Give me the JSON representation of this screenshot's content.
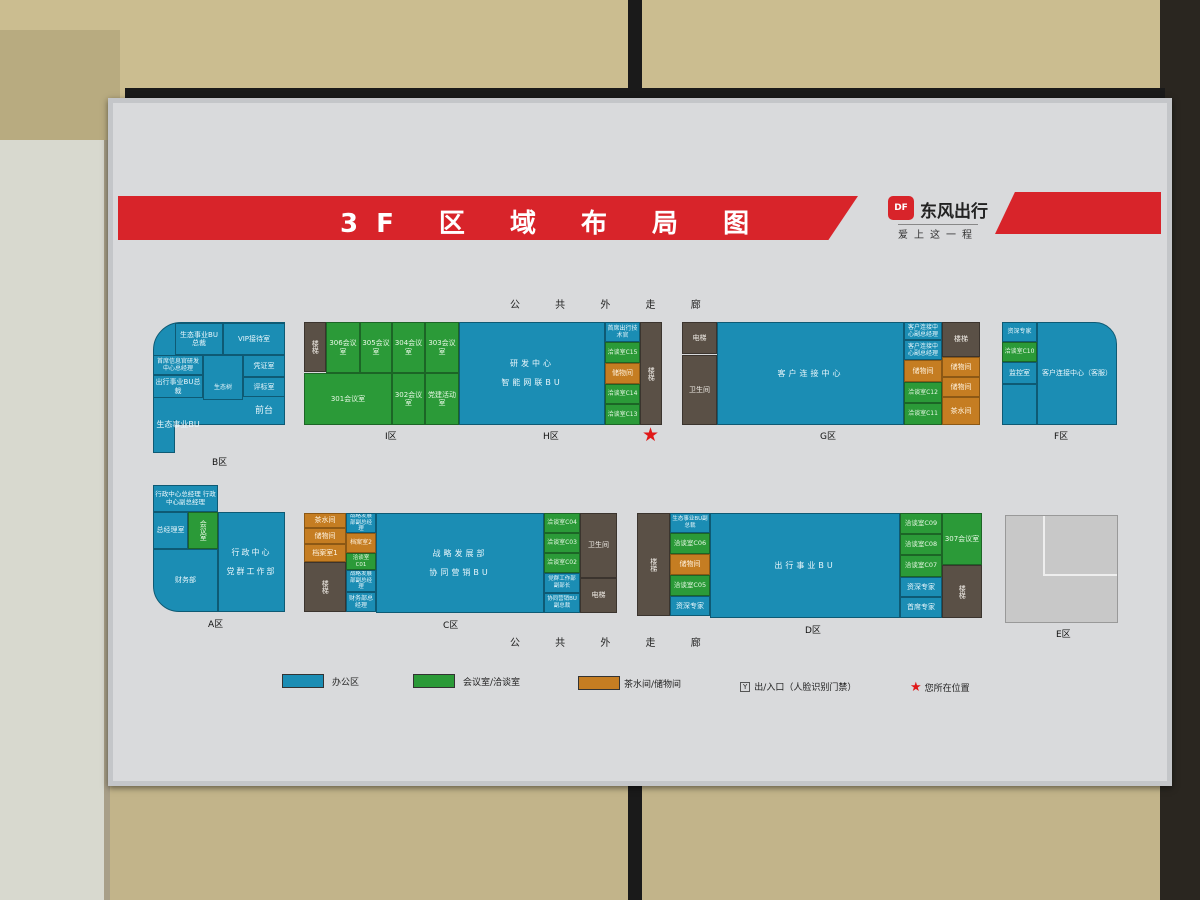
{
  "header": {
    "title": "3F 区 域 布 局 图",
    "logo_mark": "DF",
    "brand": "东风出行",
    "slogan": "爱上这一程"
  },
  "corridor": {
    "top": "公 共 外 走 廊",
    "bottom": "公 共 外 走 廊"
  },
  "colors": {
    "office": "#1b8db4",
    "meeting": "#2b9a38",
    "storage": "#c57d22",
    "service": "#5a5046",
    "accent": "#d8242a"
  },
  "zones": {
    "B": {
      "label": "B区",
      "rooms": [
        "生态事业BU总裁",
        "VIP接待室",
        "首席信息官研发中心总经理",
        "出行事业BU总裁",
        "生态树",
        "凭证室",
        "评标室",
        "前台",
        "生态事业BU"
      ]
    },
    "I": {
      "label": "I区",
      "rooms": [
        "楼梯",
        "306会议室",
        "305会议室",
        "304会议室",
        "303会议室",
        "301会议室",
        "302会议室",
        "党建活动室"
      ]
    },
    "H": {
      "label": "H区",
      "rooms": [
        "研发中心\n\n智能网联BU",
        "首席出行技术官",
        "洽谈室C15",
        "储物间",
        "洽谈室C14",
        "洽谈室C13",
        "楼梯"
      ]
    },
    "G": {
      "label": "G区",
      "rooms": [
        "电梯",
        "卫生间",
        "客户连接中心",
        "客户连接中心副总经理",
        "客户连接中心副总经理",
        "储物间",
        "洽谈室C12",
        "洽谈室C11",
        "楼梯",
        "储物间",
        "储物间",
        "茶水间"
      ]
    },
    "F": {
      "label": "F区",
      "rooms": [
        "资深专家",
        "洽谈室C10",
        "监控室",
        "客户连接中心（客服）"
      ]
    },
    "A": {
      "label": "A区",
      "rooms": [
        "行政中心总经理 行政中心副总经理",
        "总经理室",
        "会议室",
        "财务部",
        "行政中心\n\n党群工作部"
      ]
    },
    "C": {
      "label": "C区",
      "rooms": [
        "茶水间",
        "储物间",
        "档案室1",
        "楼梯",
        "战略发展部副总经理",
        "档案室2",
        "洽谈室C01",
        "战略发展部副总经理",
        "财务部总经理",
        "战略发展部\n\n协同营销BU",
        "洽谈室C04",
        "洽谈室C03",
        "洽谈室C02",
        "党群工作部副部长",
        "协同营销BU副总裁",
        "卫生间",
        "电梯"
      ]
    },
    "D": {
      "label": "D区",
      "rooms": [
        "楼梯",
        "生态事业BU副总裁",
        "洽谈室C06",
        "储物间",
        "洽谈室C05",
        "资深专家",
        "出行事业BU",
        "洽谈室C09",
        "洽谈室C08",
        "洽谈室C07",
        "资深专家",
        "首席专家",
        "307会议室",
        "楼梯"
      ]
    },
    "E": {
      "label": "E区"
    }
  },
  "legend": [
    {
      "label": "办公区",
      "color": "#1b8db4"
    },
    {
      "label": "会议室/洽谈室",
      "color": "#2b9a38"
    },
    {
      "label": "茶水间/储物间",
      "color": "#c57d22"
    },
    {
      "label": "出/入口（人脸识别门禁）",
      "icon": "entrance-icon"
    },
    {
      "label": "您所在位置",
      "icon": "star-icon"
    }
  ],
  "you_are_here": "H区"
}
